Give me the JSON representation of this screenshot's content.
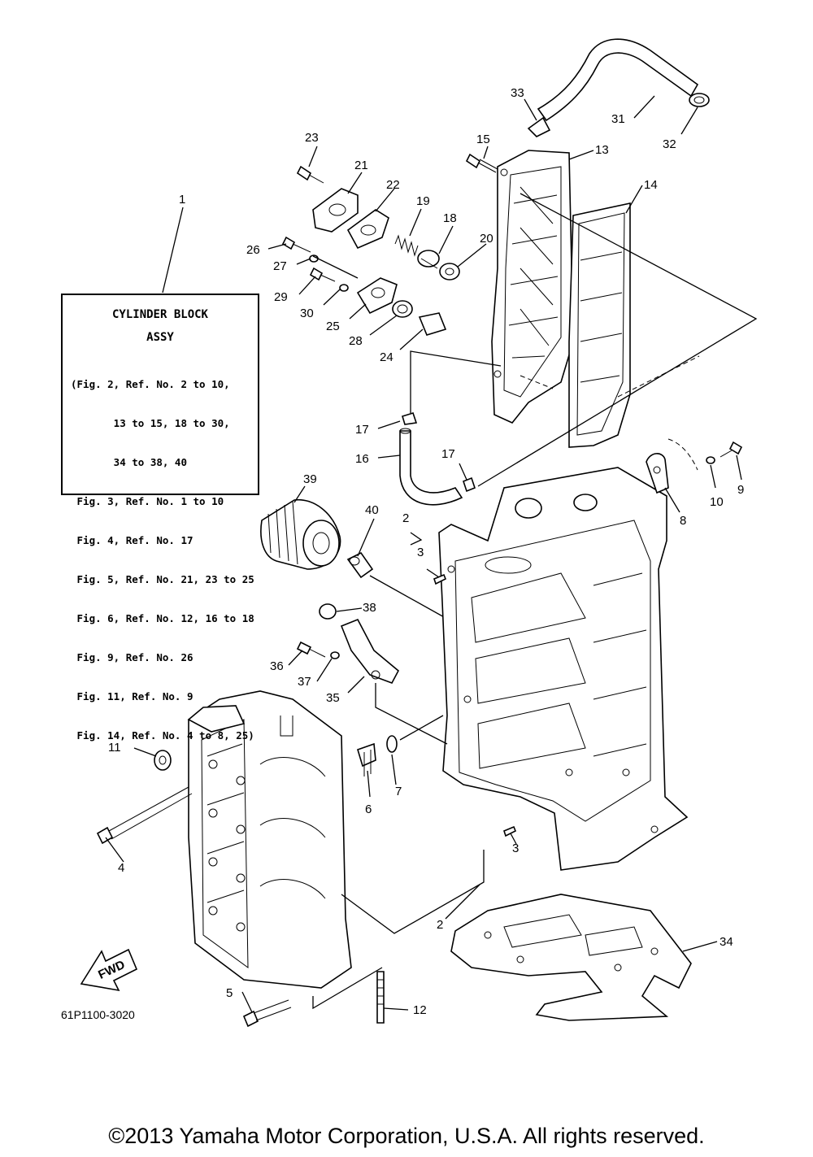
{
  "legend": {
    "title_line1": "CYLINDER BLOCK",
    "title_line2": "ASSY",
    "lines": [
      "(Fig. 2, Ref. No. 2 to 10,",
      "       13 to 15, 18 to 30,",
      "       34 to 38, 40",
      " Fig. 3, Ref. No. 1 to 10",
      " Fig. 4, Ref. No. 17",
      " Fig. 5, Ref. No. 21, 23 to 25",
      " Fig. 6, Ref. No. 12, 16 to 18",
      " Fig. 9, Ref. No. 26",
      " Fig. 11, Ref. No. 9",
      " Fig. 14, Ref. No. 4 to 8, 25)"
    ]
  },
  "callouts": {
    "c1": "1",
    "c2a": "2",
    "c2b": "2",
    "c3a": "3",
    "c3b": "3",
    "c4": "4",
    "c5": "5",
    "c6": "6",
    "c7": "7",
    "c8": "8",
    "c9": "9",
    "c10": "10",
    "c11": "11",
    "c12": "12",
    "c13": "13",
    "c14": "14",
    "c15": "15",
    "c16": "16",
    "c17a": "17",
    "c17b": "17",
    "c18": "18",
    "c19": "19",
    "c20": "20",
    "c21": "21",
    "c22": "22",
    "c23": "23",
    "c24": "24",
    "c25": "25",
    "c26": "26",
    "c27": "27",
    "c28": "28",
    "c29": "29",
    "c30": "30",
    "c31": "31",
    "c32": "32",
    "c33": "33",
    "c34": "34",
    "c35": "35",
    "c36": "36",
    "c37": "37",
    "c38": "38",
    "c39": "39",
    "c40": "40"
  },
  "fwd_arrow": "FWD",
  "doc_code": "61P1100-3020",
  "copyright": "©2013 Yamaha Motor Corporation, U.S.A. All rights reserved."
}
